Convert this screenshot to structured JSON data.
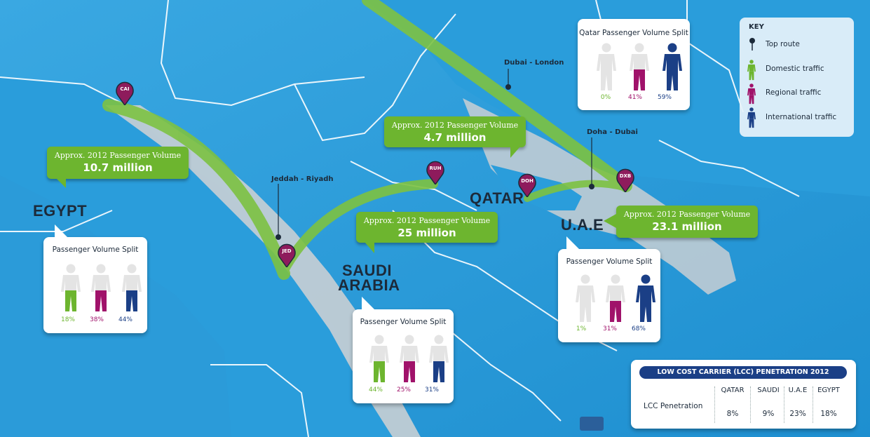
{
  "colors": {
    "sea": "#1f97d6",
    "land": "#2e9fdc",
    "borders": "#ffffff",
    "gulf_land": "#c9cfd4",
    "route_green": "#7dc242",
    "bubble_green": "#6db52f",
    "pin_magenta": "#8e1b5c",
    "domestic": "#6db52f",
    "regional": "#a0126a",
    "international": "#1b3f86",
    "lcc_header": "#1b3f86"
  },
  "countries": {
    "egypt": "EGYPT",
    "saudi_line1": "SAUDI",
    "saudi_line2": "ARABIA",
    "qatar": "QATAR",
    "uae": "U.A.E"
  },
  "airports": {
    "cai": "CAI",
    "jed": "JED",
    "ruh": "RUH",
    "doh": "DOH",
    "dxb": "DXB"
  },
  "routes": {
    "jeddah_riyadh": "Jeddah - Riyadh",
    "dubai_london": "Dubai - London",
    "doha_dubai": "Doha - Dubai"
  },
  "bubbles": {
    "egypt": {
      "line1": "Approx. 2012 Passenger Volume",
      "line2": "10.7 million"
    },
    "qatar": {
      "line1": "Approx. 2012 Passenger Volume",
      "line2": "4.7 million"
    },
    "saudi": {
      "line1": "Approx. 2012 Passenger Volume",
      "line2": "25 million"
    },
    "uae": {
      "line1": "Approx. 2012 Passenger Volume",
      "line2": "23.1 million"
    }
  },
  "splits": {
    "egypt": {
      "title": "Passenger Volume Split",
      "domestic": "18%",
      "regional": "38%",
      "international": "44%",
      "domestic_value": 0.18,
      "regional_value": 0.38,
      "international_value": 0.44
    },
    "saudi": {
      "title": "Passenger Volume Split",
      "domestic": "44%",
      "regional": "25%",
      "international": "31%",
      "domestic_value": 0.44,
      "regional_value": 0.25,
      "international_value": 0.31
    },
    "uae": {
      "title": "Passenger Volume Split",
      "domestic": "1%",
      "regional": "31%",
      "international": "68%",
      "domestic_value": 0.01,
      "regional_value": 0.31,
      "international_value": 0.68
    },
    "qatar": {
      "title": "Qatar Passenger Volume Split",
      "domestic": "0%",
      "regional": "41%",
      "international": "59%",
      "domestic_value": 0.0,
      "regional_value": 0.41,
      "international_value": 0.59
    }
  },
  "key": {
    "title": "KEY",
    "top_route": "Top route",
    "domestic": "Domestic traffic",
    "regional": "Regional traffic",
    "international": "International traffic"
  },
  "lcc": {
    "title": "LOW COST CARRIER (LCC) PENETRATION 2012",
    "row_label": "LCC Penetration",
    "columns": [
      "QATAR",
      "SAUDI",
      "U.A.E",
      "EGYPT"
    ],
    "values": [
      "8%",
      "9%",
      "23%",
      "18%"
    ]
  }
}
